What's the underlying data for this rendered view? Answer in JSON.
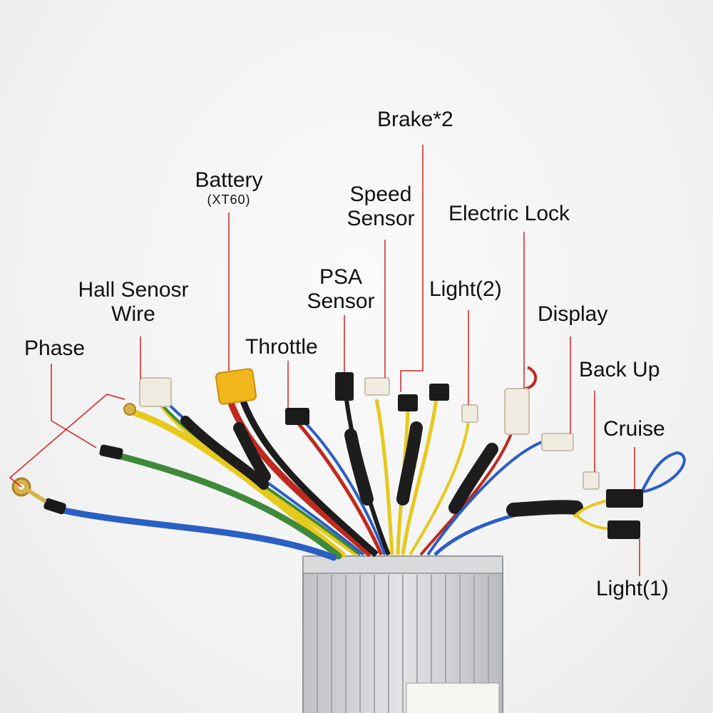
{
  "labels": {
    "phase": "Phase",
    "hall_sensor_wire": [
      "Hall Senosr",
      "Wire"
    ],
    "battery": "Battery",
    "battery_connector": "(XT60)",
    "throttle": "Throttle",
    "psa_sensor": [
      "PSA",
      "Sensor"
    ],
    "speed_sensor": [
      "Speed",
      "Sensor"
    ],
    "brake": "Brake*2",
    "light_2": "Light(2)",
    "electric_lock": "Electric Lock",
    "display": "Display",
    "back_up": "Back Up",
    "cruise": "Cruise",
    "light_1": "Light(1)"
  },
  "colors": {
    "leader_line": "#d22222",
    "phase_yellow": "#e6c91c",
    "phase_green": "#3f8a3a",
    "phase_blue": "#2a5fc4",
    "battery_red": "#c0291c",
    "connector_white": "#f1ece2",
    "connector_black": "#1b1b1b",
    "xt60_yellow": "#f2b51c",
    "sleeve_black": "#1d1d1d",
    "housing_silver": "#cfd1d3"
  }
}
